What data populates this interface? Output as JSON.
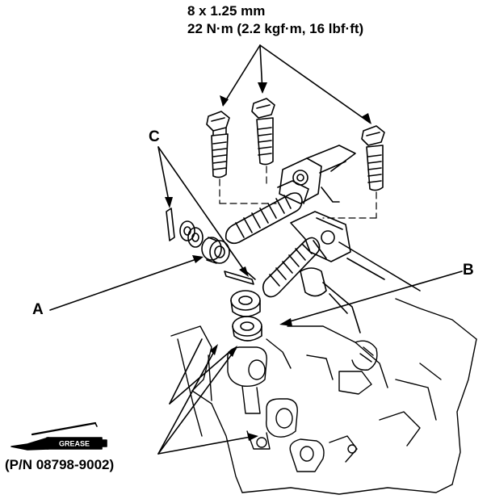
{
  "callout": {
    "bolt_size": "8 x 1.25 mm",
    "torque": "22 N·m (2.2 kgf·m, 16 lbf·ft)"
  },
  "labels": {
    "a": "A",
    "b": "B",
    "c": "C"
  },
  "grease": {
    "tube_label": "GREASE",
    "part_number": "(P/N 08798-9002)"
  }
}
